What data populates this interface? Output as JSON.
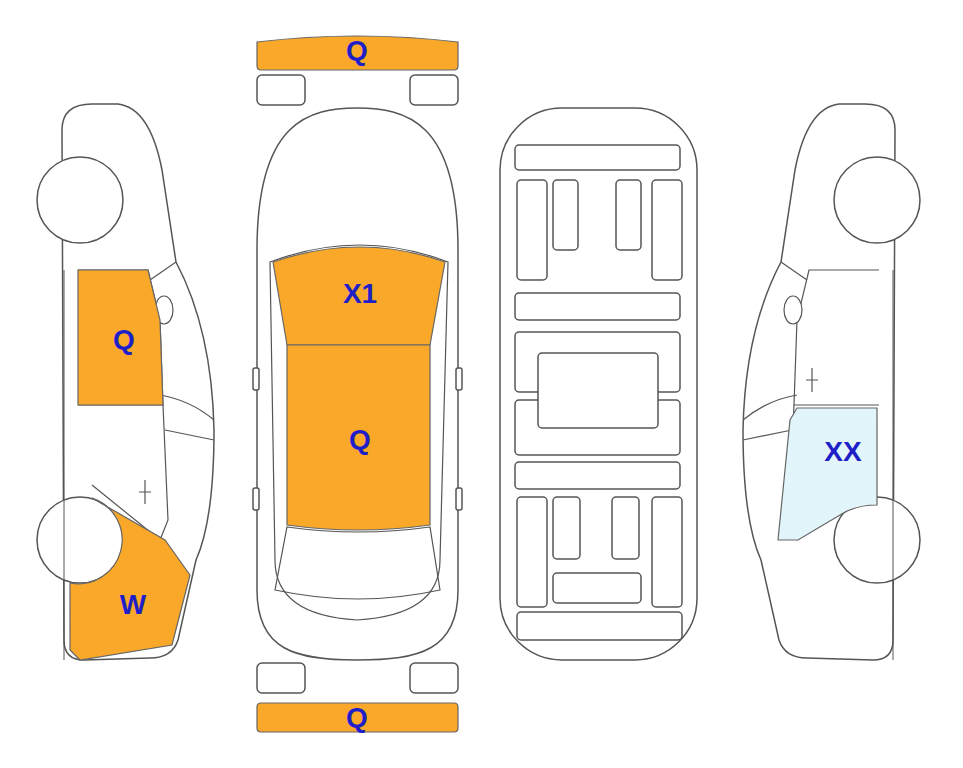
{
  "diagram": {
    "nodes": [
      {
        "text": [
          "Q"
        ]
      },
      {
        "text": [
          "Q"
        ]
      },
      {
        "text": [
          "X1"
        ]
      },
      {
        "text": [
          "Q"
        ]
      },
      {
        "text": [
          "XX"
        ]
      },
      {
        "text": [
          "W"
        ]
      },
      {
        "text": [
          "Q"
        ]
      }
    ]
  }
}
